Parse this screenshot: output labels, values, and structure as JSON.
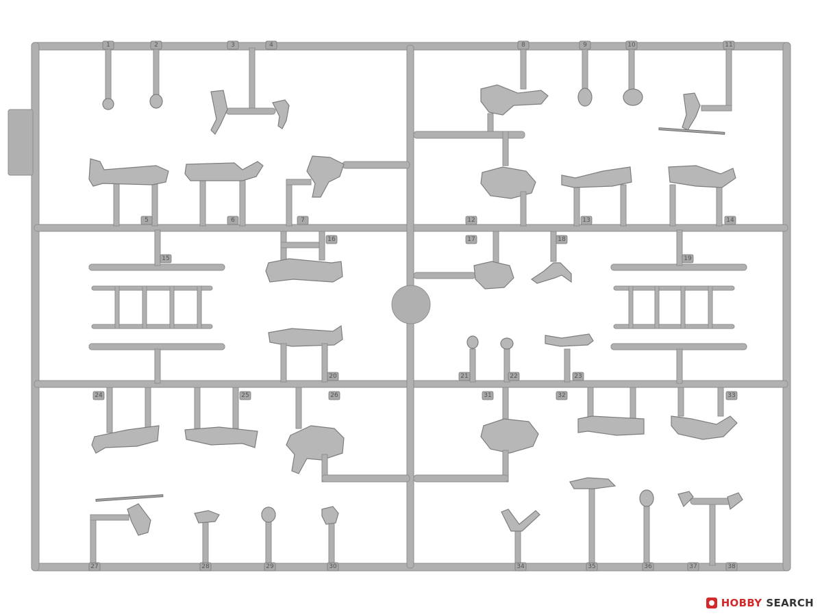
{
  "image": {
    "subject": "grey plastic model kit sprue",
    "colors": {
      "plastic": "#b0b0b0",
      "outline": "#7d7d7d",
      "background": "#ffffff",
      "watermark_red": "#d22a2a"
    }
  },
  "part_numbers": [
    "1",
    "2",
    "3",
    "4",
    "5",
    "6",
    "7",
    "8",
    "9",
    "10",
    "11",
    "12",
    "13",
    "14",
    "15",
    "16",
    "17",
    "18",
    "19",
    "20",
    "21",
    "22",
    "23",
    "24",
    "25",
    "26",
    "27",
    "28",
    "29",
    "30",
    "31",
    "32",
    "33",
    "34",
    "35",
    "36",
    "37",
    "38"
  ],
  "watermark": {
    "brand_red": "HOBBY",
    "brand_dark": "SEARCH"
  }
}
